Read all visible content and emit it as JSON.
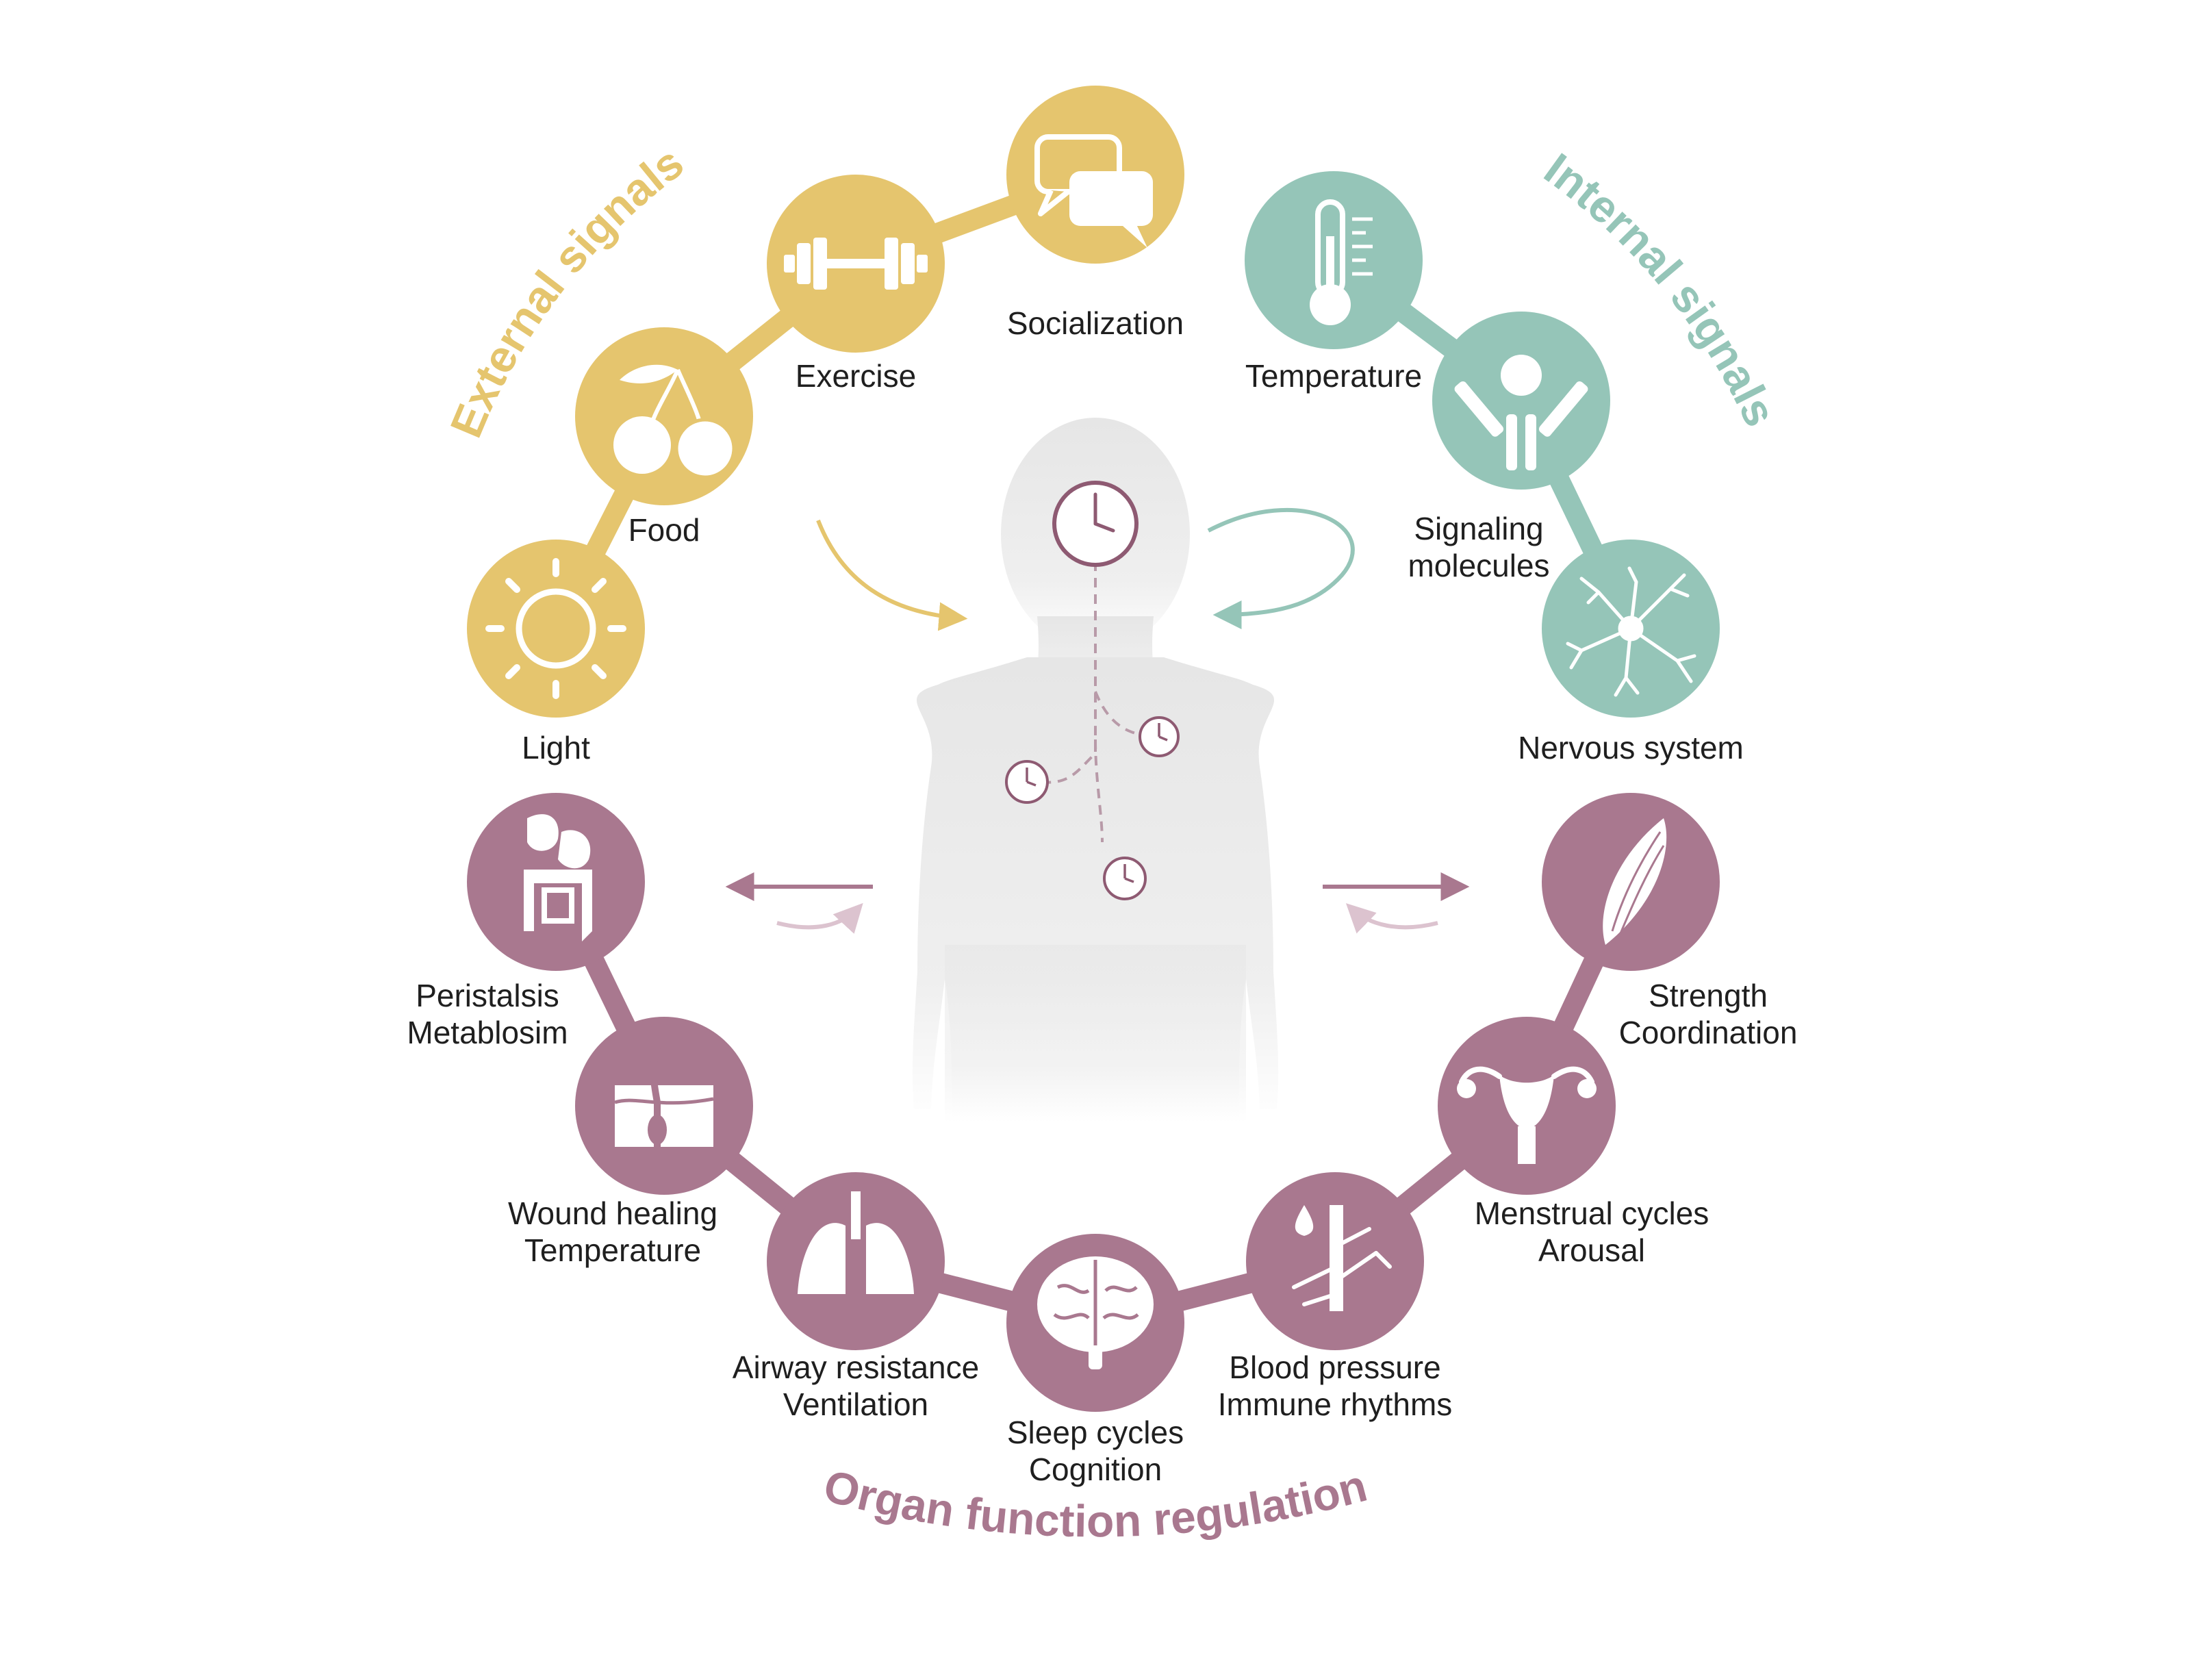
{
  "colors": {
    "external": "#e5c56e",
    "internal": "#95c5b8",
    "organ": "#a9788f",
    "body": "#ececec",
    "clock": "#8e5a72",
    "text": "#1f1f1f"
  },
  "titles": {
    "external": "External signals",
    "internal": "Internal signals",
    "organ": "Organ function regulation"
  },
  "external_nodes": [
    {
      "icon": "sun-icon",
      "lines": [
        "Light"
      ]
    },
    {
      "icon": "cherries-icon",
      "lines": [
        "Food"
      ]
    },
    {
      "icon": "dumbbell-icon",
      "lines": [
        "Exercise"
      ]
    },
    {
      "icon": "speech-bubbles-icon",
      "lines": [
        "Socialization"
      ]
    }
  ],
  "internal_nodes": [
    {
      "icon": "thermometer-icon",
      "lines": [
        "Temperature"
      ]
    },
    {
      "icon": "antibody-icon",
      "lines": [
        "Signaling",
        "molecules"
      ]
    },
    {
      "icon": "neuron-icon",
      "lines": [
        "Nervous system"
      ]
    }
  ],
  "organ_nodes": [
    {
      "icon": "digestive-system-icon",
      "lines": [
        "Peristalsis",
        "Metablosim"
      ]
    },
    {
      "icon": "skin-hair-icon",
      "lines": [
        "Wound healing",
        "Temperature"
      ]
    },
    {
      "icon": "lungs-icon",
      "lines": [
        "Airway resistance",
        "Ventilation"
      ]
    },
    {
      "icon": "brain-icon",
      "lines": [
        "Sleep cycles",
        "Cognition"
      ]
    },
    {
      "icon": "blood-vessel-icon",
      "lines": [
        "Blood pressure",
        "Immune rhythms"
      ]
    },
    {
      "icon": "uterus-icon",
      "lines": [
        "Menstrual cycles",
        "Arousal"
      ]
    },
    {
      "icon": "muscle-icon",
      "lines": [
        "Strength",
        "Coordination"
      ]
    }
  ],
  "center": {
    "figure_icon": "human-silhouette-icon",
    "clock_icon": "clock-icon"
  }
}
